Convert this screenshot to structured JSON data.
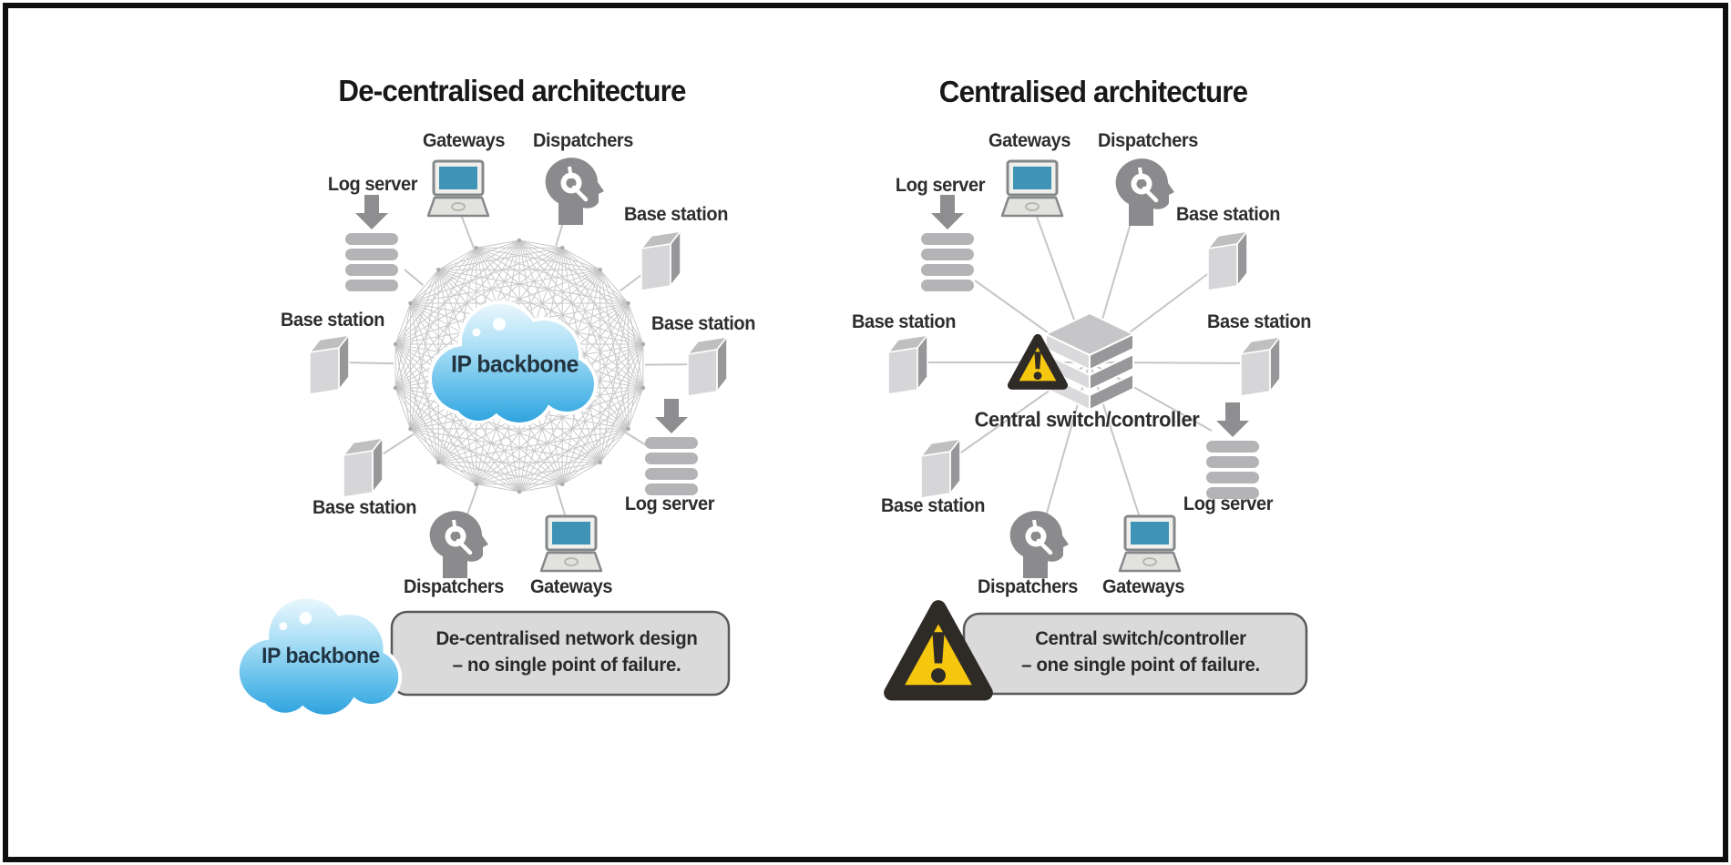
{
  "colors": {
    "cloud-blue": "#55b9e8",
    "laptop-screen": "#3f93b4",
    "warning-yellow": "#f6c70f",
    "icon-gray": "#9b9b9e",
    "callout-bg": "#dadada",
    "line-gray": "#c6c6c8",
    "text-dark": "#2d2d2d"
  },
  "left_panel": {
    "title": "De-centralised architecture",
    "hub_label": "IP backbone",
    "nodes": {
      "log_server_nw": "Log server",
      "gateways_n": "Gateways",
      "dispatchers_ne": "Dispatchers",
      "base_station_ne": "Base station",
      "base_station_e": "Base station",
      "log_server_se": "Log server",
      "gateways_s": "Gateways",
      "dispatchers_s": "Dispatchers",
      "base_station_sw": "Base station",
      "base_station_w": "Base station"
    },
    "callout": {
      "badge_label": "IP backbone",
      "line1": "De-centralised network design",
      "line2": "– no single point of failure."
    }
  },
  "right_panel": {
    "title": "Centralised architecture",
    "hub_label": "Central switch/controller",
    "nodes": {
      "log_server_nw": "Log server",
      "gateways_n": "Gateways",
      "dispatchers_ne": "Dispatchers",
      "base_station_ne": "Base station",
      "base_station_e": "Base station",
      "log_server_se": "Log server",
      "gateways_s": "Gateways",
      "dispatchers_s": "Dispatchers",
      "base_station_sw": "Base station",
      "base_station_w": "Base station"
    },
    "callout": {
      "line1": "Central switch/controller",
      "line2": "– one single point of failure."
    }
  }
}
